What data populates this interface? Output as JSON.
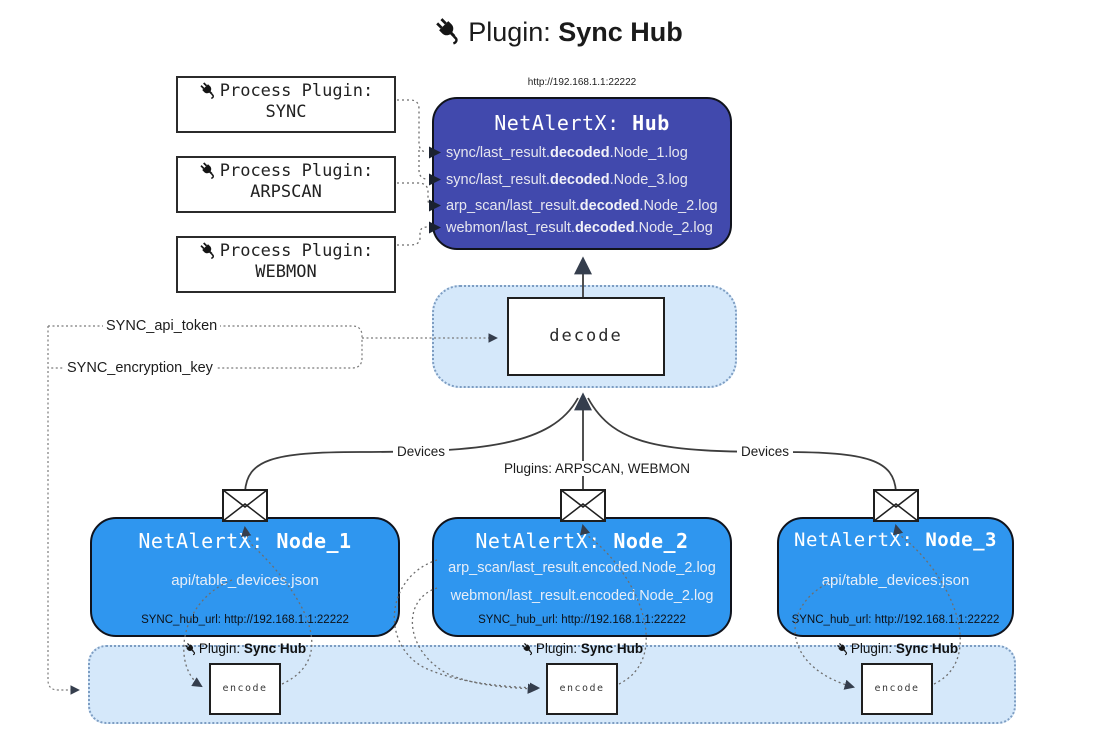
{
  "title": {
    "prefix": "Plugin:",
    "name": "Sync Hub"
  },
  "process_plugins": [
    {
      "label": "Process Plugin:",
      "name": "SYNC"
    },
    {
      "label": "Process Plugin:",
      "name": "ARPSCAN"
    },
    {
      "label": "Process Plugin:",
      "name": "WEBMON"
    }
  ],
  "hub": {
    "url": "http://192.168.1.1:22222",
    "title_prefix": "NetAlertX: ",
    "title_name": "Hub",
    "logs": [
      {
        "pre": "sync/last_result.",
        "bold": "decoded",
        "post": ".Node_1.log"
      },
      {
        "pre": "sync/last_result.",
        "bold": "decoded",
        "post": ".Node_3.log"
      },
      {
        "pre": "arp_scan/last_result.",
        "bold": "decoded",
        "post": ".Node_2.log"
      },
      {
        "pre": "webmon/last_result.",
        "bold": "decoded",
        "post": ".Node_2.log"
      }
    ]
  },
  "decode": {
    "label": "decode"
  },
  "config": {
    "api_token": "SYNC_api_token",
    "encryption_key": "SYNC_encryption_key"
  },
  "edges": {
    "devices_left": "Devices",
    "devices_right": "Devices",
    "plugins_center": "Plugins: ARPSCAN, WEBMON"
  },
  "nodes": [
    {
      "title_prefix": "NetAlertX: ",
      "title_name": "Node_1",
      "files": [
        "api/table_devices.json"
      ],
      "footer": "SYNC_hub_url: http://192.168.1.1:22222"
    },
    {
      "title_prefix": "NetAlertX: ",
      "title_name": "Node_2",
      "files": [
        "arp_scan/last_result.encoded.Node_2.log",
        "webmon/last_result.encoded.Node_2.log"
      ],
      "footer": "SYNC_hub_url: http://192.168.1.1:22222"
    },
    {
      "title_prefix": "NetAlertX: ",
      "title_name": "Node_3",
      "files": [
        "api/table_devices.json"
      ],
      "footer": "SYNC_hub_url: http://192.168.1.1:22222"
    }
  ],
  "encoders": [
    {
      "plugin_prefix": "Plugin: ",
      "plugin_name": "Sync Hub",
      "label": "encode"
    },
    {
      "plugin_prefix": "Plugin: ",
      "plugin_name": "Sync Hub",
      "label": "encode"
    },
    {
      "plugin_prefix": "Plugin: ",
      "plugin_name": "Sync Hub",
      "label": "encode"
    }
  ],
  "colors": {
    "hub_bg": "#4149ad",
    "node_bg": "#2f96ef",
    "container_bg": "#d5e8fa",
    "container_border": "#7d9dc2",
    "box_border": "#10131c",
    "light_text": "#e6e6ef"
  }
}
